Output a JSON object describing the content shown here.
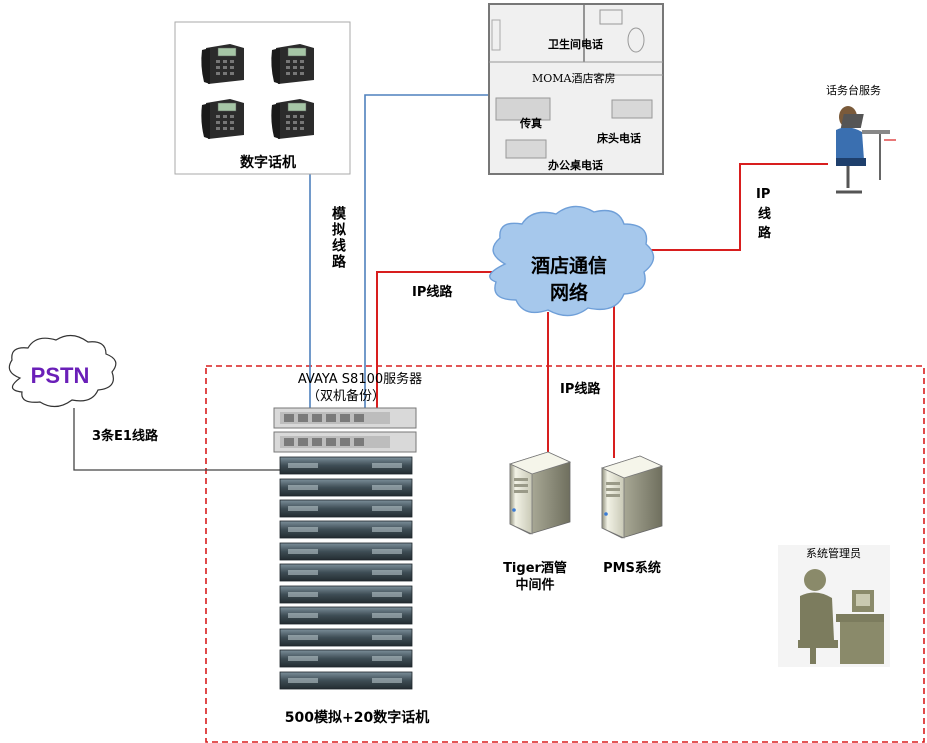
{
  "digital_phones_label": "数字话机",
  "room": {
    "bathroom_phone": "卫生间电话",
    "title": "MOMA酒店客房",
    "fax": "传真",
    "bedside_phone": "床头电话",
    "desk_phone": "办公桌电话"
  },
  "operator_label": "话务台服务",
  "analog_line_label": "模拟线路",
  "ip_line_label_left": "IP线路",
  "ip_line_label_vertical": "IP线路",
  "ip_line_label_right_a": "IP",
  "ip_line_label_right_b": "线",
  "ip_line_label_right_c": "路",
  "network_label_1": "酒店通信",
  "network_label_2": "网络",
  "pstn_label": "PSTN",
  "e1_label": "3条E1线路",
  "server_label_1": "AVAYA S8100服务器",
  "server_label_2": "（双机备份）",
  "tiger_label_1": "Tiger酒管",
  "tiger_label_2": "中间件",
  "pms_label": "PMS系统",
  "admin_label": "系统管理员",
  "gateway_label": "500模拟+20数字话机",
  "colors": {
    "blue_line": "#4f81bd",
    "red_line": "#d81e1e",
    "cloud_fill": "#a6c8ec",
    "cloud_stroke": "#6f9fd8",
    "pstn_text": "#6a1fb8",
    "dashed_box": "#d81e1e"
  }
}
